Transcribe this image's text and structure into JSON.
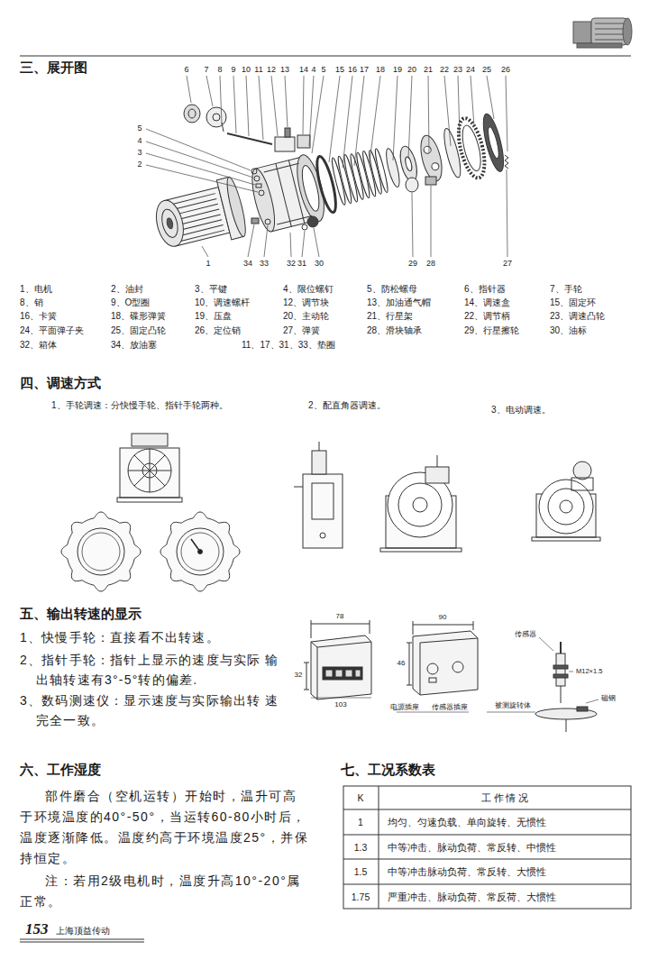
{
  "diagram": {
    "labels": [
      "三、展开图",
      "6",
      "7",
      "8",
      "9",
      "10",
      "11",
      "12",
      "13",
      "14",
      "4",
      "5",
      "15",
      "16",
      "17",
      "18",
      "19",
      "20",
      "21",
      "22",
      "23",
      "24",
      "25",
      "26",
      "5",
      "4",
      "3",
      "2",
      "1",
      "34",
      "33",
      "32",
      "31",
      "30",
      "29",
      "28",
      "27",
      "1、电机",
      "2、油封",
      "3、平键",
      "4、限位螺钉",
      "5、防松螺母",
      "6、指针器",
      "7、手轮",
      "8、销",
      "9、O型圈",
      "10、调速螺杆",
      "12、调节块",
      "13、加油通气帽",
      "14、调速盒",
      "15、固定环",
      "16、卡簧",
      "18、碟形弹簧",
      "19、压盘",
      "20、主动轮",
      "21、行星架",
      "22、调节柄",
      "23、调速凸轮",
      "24、平面弹子夹",
      "25、固定凸轮",
      "26、定位销",
      "27、弹簧",
      "28、滑块轴承",
      "29、行星擦轮",
      "30、油标",
      "32、箱体",
      "34、放油塞",
      "11、17、31、33、垫圈",
      "四、调速方式",
      "1、手轮调速：分快慢手轮、指针手轮两种。",
      "2、配直角器调速。",
      "3、电动调速。",
      "五、输出转速的显示",
      "1、快慢手轮：直接看不出转速。",
      "2、指针手轮：指针上显示的速度与实际 输出轴转速有3°-5°转的偏差.",
      "3、数码测速仪：显示速度与实际输出转 速完全一致。",
      "78",
      "32",
      "103",
      "90",
      "46",
      "电源插座",
      "传感器插座",
      "传感器",
      "M12×1.5",
      "被测旋转体",
      "磁钢",
      "六、工作湿度",
      "部件磨合（空机运转）开始时，温升可高于环境温度的40°-50°，当运转60-80小时后，温度逐渐降低。温度约高于环境温度25°，并保持恒定。",
      "注：若用2级电机时，温度升高10°-20°属正常。",
      "七、工况系数表",
      "K",
      "工 作 情 况",
      "1",
      "均匀、匀速负载、单向旋转、无惯性",
      "1.3",
      "中等冲击、脉动负荷、常反转、中惯性",
      "1.5",
      "中等冲击脉动负荷、常反转、大惯性",
      "1.75",
      "严重冲击、脉动负荷、常反荷、大惯性",
      "153",
      "上海顶益传动"
    ]
  }
}
